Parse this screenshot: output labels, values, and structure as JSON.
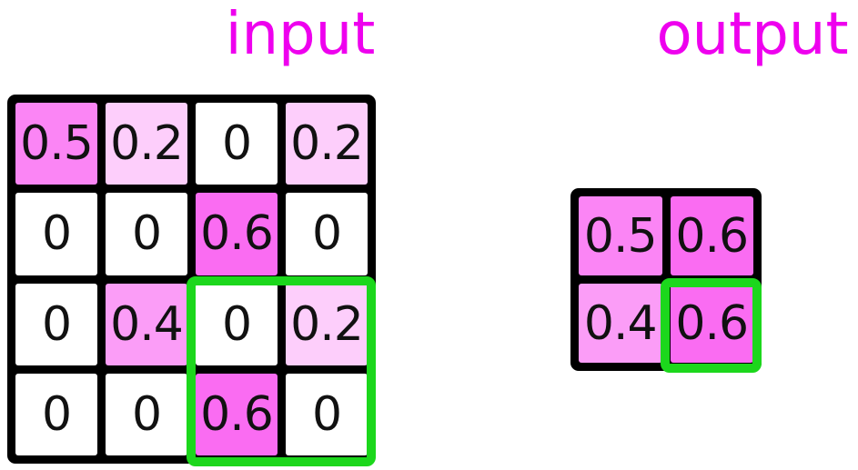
{
  "titles": {
    "input": "input",
    "output": "output"
  },
  "colors": {
    "title": "#EE00EE",
    "cell_fill_base": "#F60AEA",
    "cell_text": "#111111",
    "grid_frame": "#000000",
    "highlight_green": "#1CD71C",
    "background": "#FFFFFF"
  },
  "input_grid": {
    "rows": [
      [
        {
          "label": "0.5",
          "value": 0.5
        },
        {
          "label": "0.2",
          "value": 0.2
        },
        {
          "label": "0",
          "value": 0.0
        },
        {
          "label": "0.2",
          "value": 0.2
        }
      ],
      [
        {
          "label": "0",
          "value": 0.0
        },
        {
          "label": "0",
          "value": 0.0
        },
        {
          "label": "0.6",
          "value": 0.6
        },
        {
          "label": "0",
          "value": 0.0
        }
      ],
      [
        {
          "label": "0",
          "value": 0.0
        },
        {
          "label": "0.4",
          "value": 0.4
        },
        {
          "label": "0",
          "value": 0.0
        },
        {
          "label": "0.2",
          "value": 0.2
        }
      ],
      [
        {
          "label": "0",
          "value": 0.0
        },
        {
          "label": "0",
          "value": 0.0
        },
        {
          "label": "0.6",
          "value": 0.6
        },
        {
          "label": "0",
          "value": 0.0
        }
      ]
    ]
  },
  "output_grid": {
    "rows": [
      [
        {
          "label": "0.5",
          "value": 0.5
        },
        {
          "label": "0.6",
          "value": 0.6
        }
      ],
      [
        {
          "label": "0.4",
          "value": 0.4
        },
        {
          "label": "0.6",
          "value": 0.6
        }
      ]
    ]
  },
  "highlights": {
    "input_window": {
      "rows": "3-4",
      "cols": "3-4"
    },
    "output_cell": {
      "row": 2,
      "col": 2
    }
  }
}
